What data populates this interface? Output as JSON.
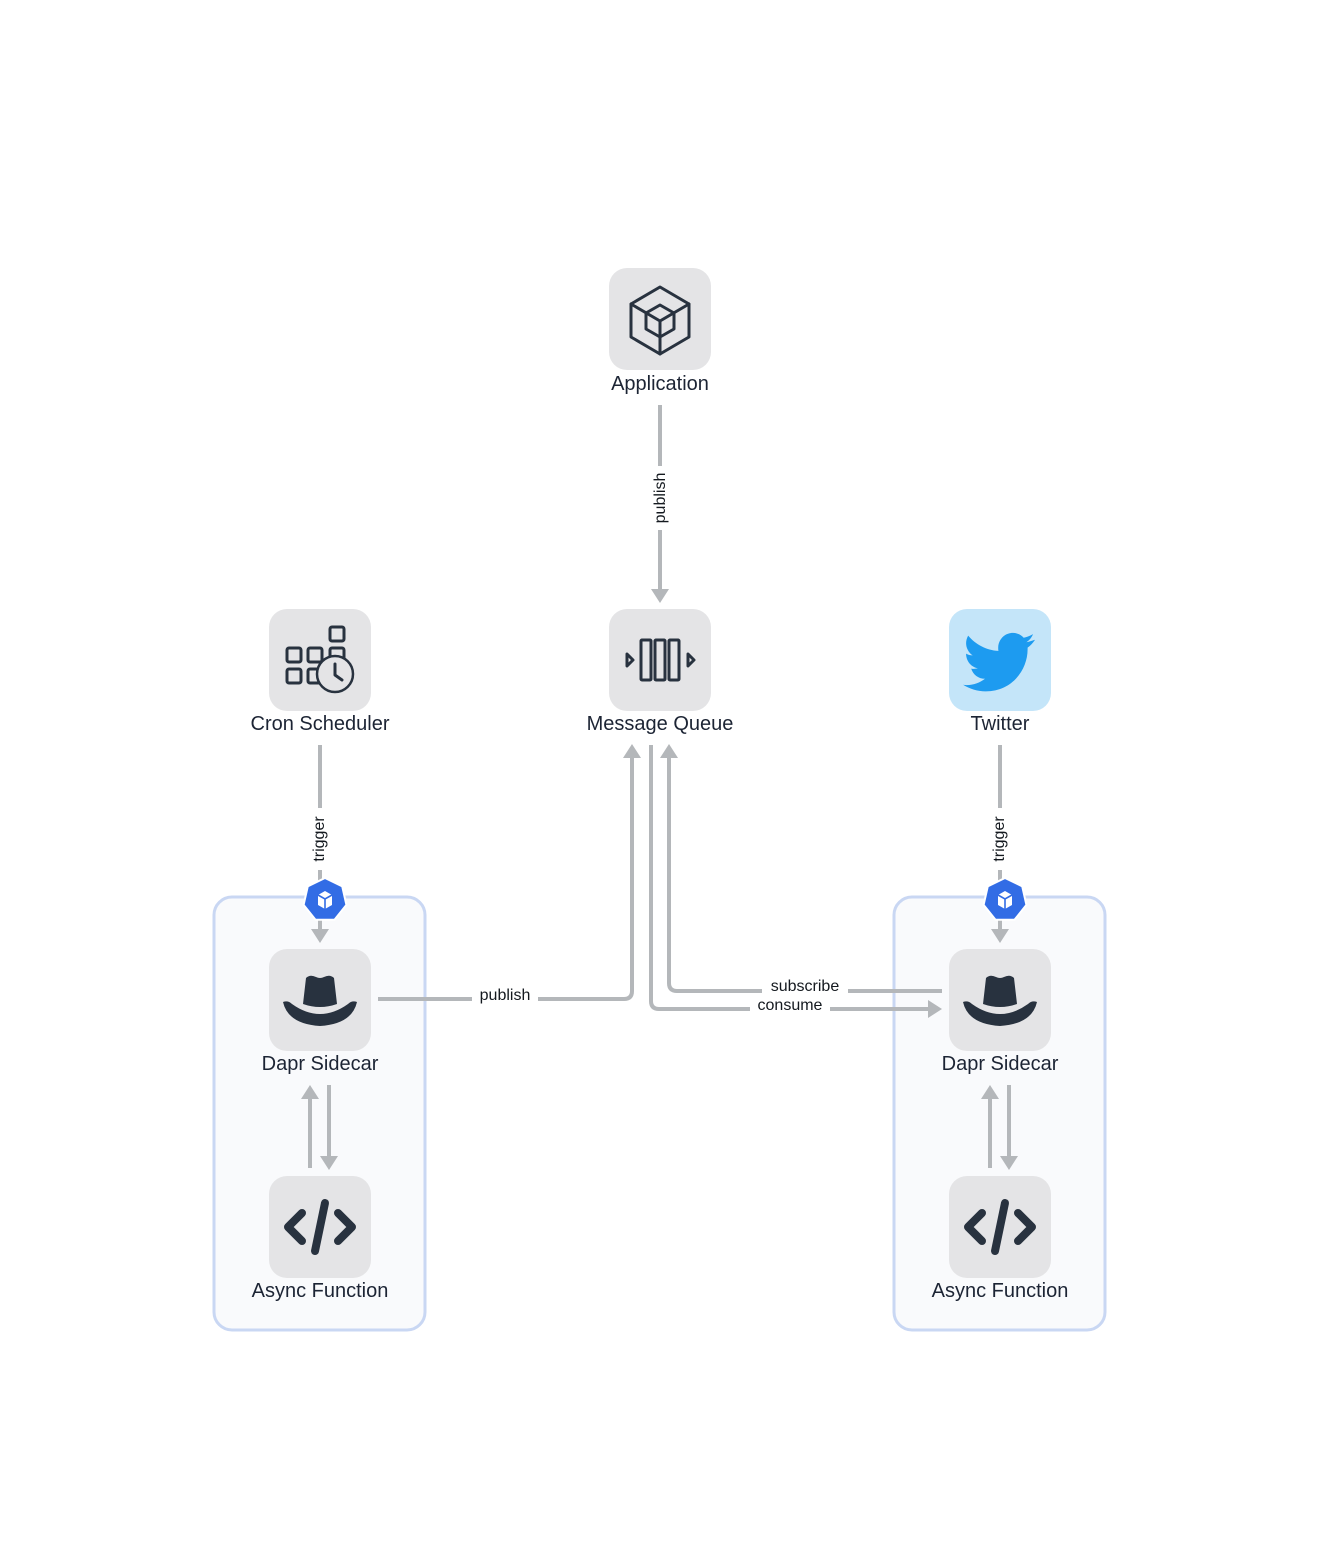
{
  "nodes": {
    "application": {
      "label": "Application",
      "icon": "cube-icon"
    },
    "message_queue": {
      "label": "Message Queue",
      "icon": "queue-icon"
    },
    "cron_scheduler": {
      "label": "Cron Scheduler",
      "icon": "calendar-clock-icon"
    },
    "twitter": {
      "label": "Twitter",
      "icon": "twitter-bird-icon"
    },
    "left_sidecar": {
      "label": "Dapr Sidecar",
      "icon": "hat-icon"
    },
    "left_function": {
      "label": "Async Function",
      "icon": "code-icon"
    },
    "right_sidecar": {
      "label": "Dapr Sidecar",
      "icon": "hat-icon"
    },
    "right_function": {
      "label": "Async Function",
      "icon": "code-icon"
    }
  },
  "edges": {
    "app_publish": "publish",
    "cron_trigger": "trigger",
    "twitter_trigger": "trigger",
    "left_publish": "publish",
    "subscribe": "subscribe",
    "consume": "consume"
  },
  "groups": {
    "left": {
      "badge_icon": "kubernetes-pod-icon"
    },
    "right": {
      "badge_icon": "kubernetes-pod-icon"
    }
  },
  "colors": {
    "tile": "#e4e4e6",
    "twitter_tile": "#c4e5f9",
    "twitter_blue": "#1d9bf0",
    "group_border": "#c9d7f3",
    "group_fill": "#f9fafc",
    "edge": "#b4b7ba",
    "badge_blue": "#326ce5",
    "icon_dark": "#28323f",
    "label_text": "#1c2434"
  }
}
